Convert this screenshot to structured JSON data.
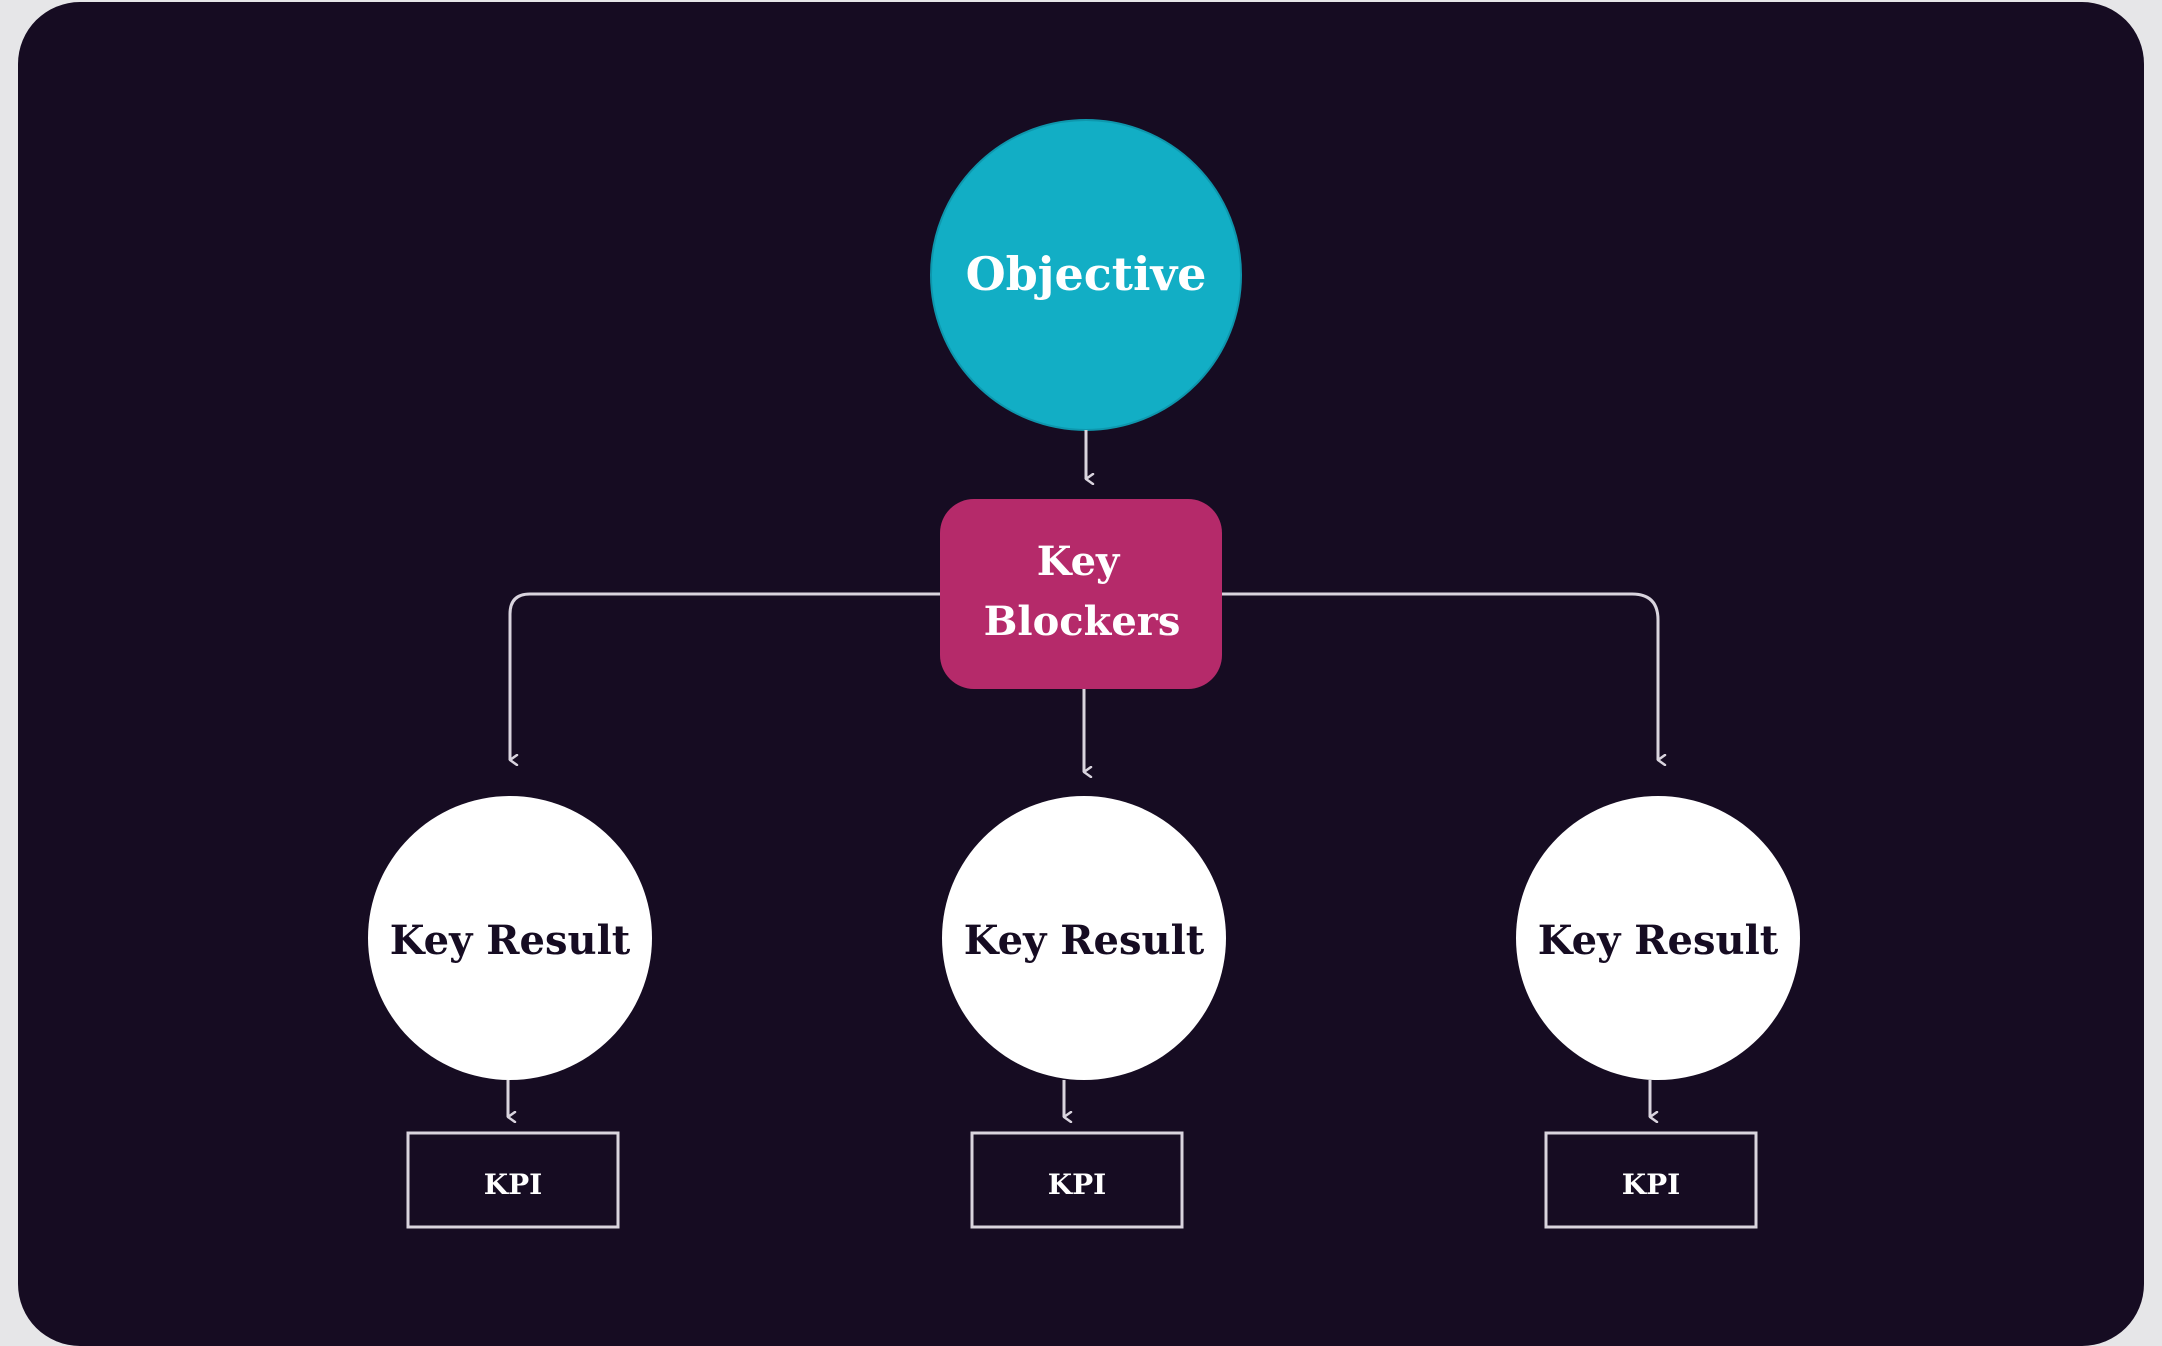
{
  "diagram": {
    "objective": {
      "label": "Objective",
      "color": "#12aec5"
    },
    "blockers": {
      "label_line1": "Key",
      "label_line2": "Blockers",
      "color": "#b52a6a"
    },
    "key_results": [
      {
        "label": "Key Result",
        "kpi": "KPI"
      },
      {
        "label": "Key Result",
        "kpi": "KPI"
      },
      {
        "label": "Key Result",
        "kpi": "KPI"
      }
    ],
    "colors": {
      "background": "#160c22",
      "connector": "#d9d4de",
      "key_result_fill": "#ffffff",
      "key_result_text": "#160c22",
      "kpi_border": "#d9d4de",
      "kpi_text": "#ffffff"
    }
  }
}
